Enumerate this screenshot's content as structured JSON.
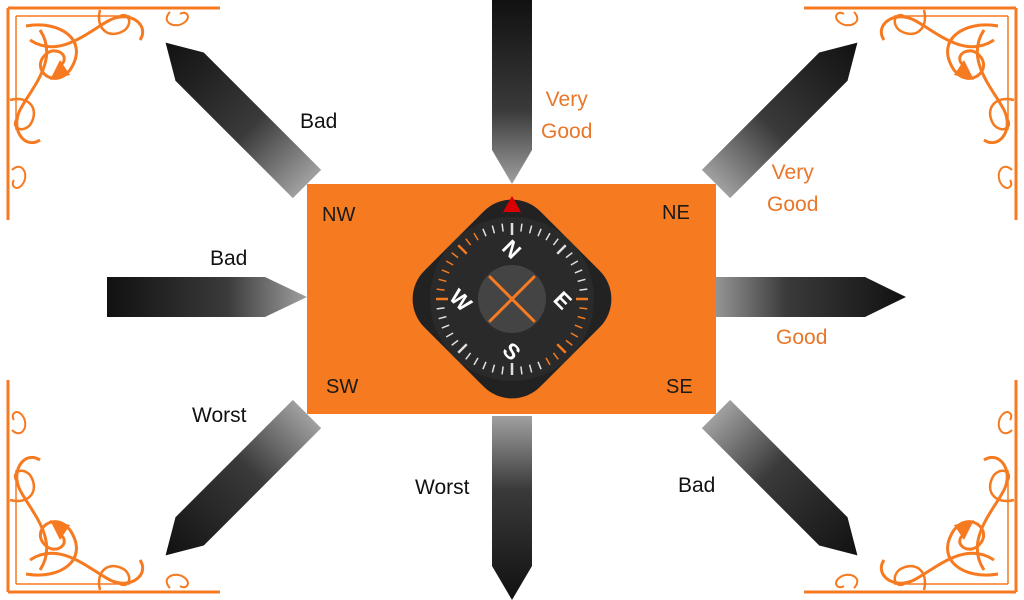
{
  "colors": {
    "accent": "#f57a20",
    "arrow": "#1a1a1a",
    "compass_bg": "#222222",
    "good_text": "#e8772a",
    "bad_text": "#111111",
    "north_marker": "#d80000"
  },
  "corner_labels": {
    "nw": "NW",
    "ne": "NE",
    "sw": "SW",
    "se": "SE"
  },
  "ratings": {
    "north": "Very\nGood",
    "north_east": "Very\nGood",
    "east": "Good",
    "south_east": "Bad",
    "south": "Worst",
    "south_west": "Worst",
    "west": "Bad",
    "north_west": "Bad"
  },
  "compass": {
    "n": "N",
    "e": "E",
    "s": "S",
    "w": "W"
  },
  "decorations": {
    "corner_ornament": "floral-scroll"
  }
}
